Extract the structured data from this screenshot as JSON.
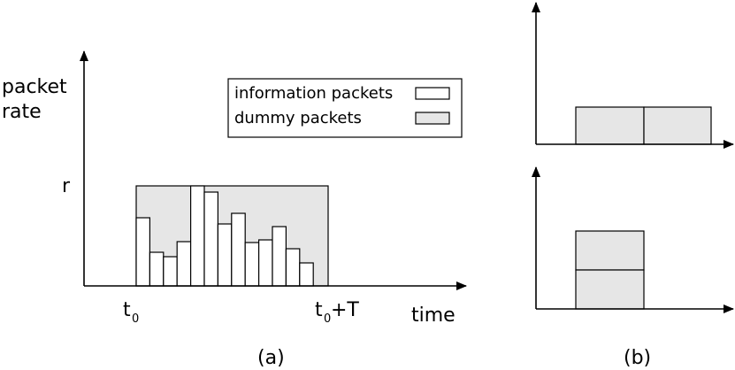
{
  "panel_a": {
    "y_axis_label_line1": "packet",
    "y_axis_label_line2": "rate",
    "x_axis_label": "time",
    "rate_label": "r",
    "t0_label": "t",
    "t0_subscript": "0",
    "t0T_label": "t",
    "t0T_subscript": "0",
    "t0T_suffix": "+T",
    "caption": "(a)",
    "legend": {
      "information_label": "information packets",
      "dummy_label": "dummy packets"
    }
  },
  "panel_b": {
    "caption": "(b)"
  },
  "colors": {
    "dummy_fill": "#e6e6e6",
    "info_fill": "#ffffff",
    "stroke": "#000000"
  }
}
